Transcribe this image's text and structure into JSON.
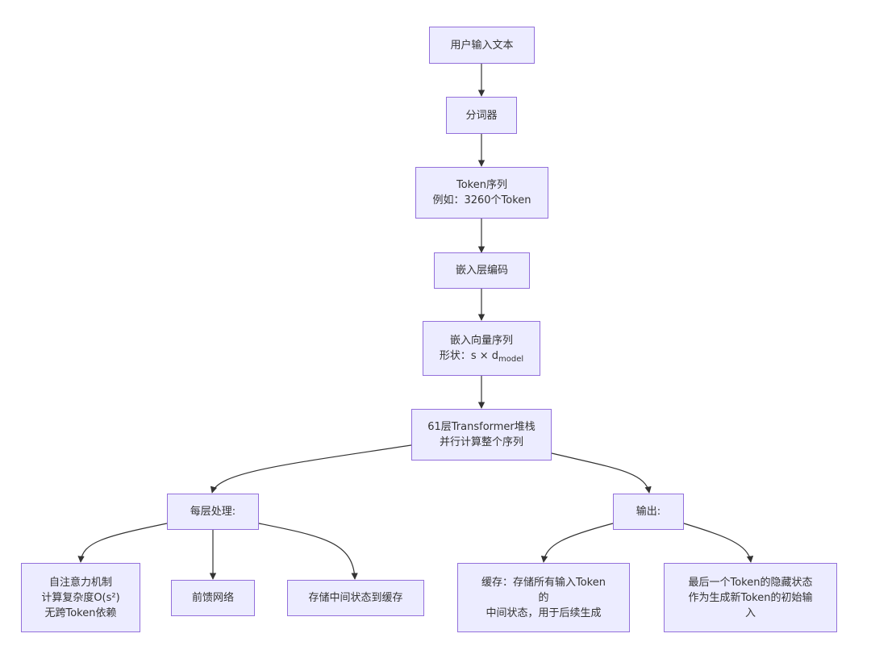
{
  "nodes": {
    "user_input": "用户输入文本",
    "tokenizer": "分词器",
    "token_seq": {
      "line1": "Token序列",
      "line2": "例如：3260个Token"
    },
    "embed_layer": "嵌入层编码",
    "embed_vec": {
      "line1": "嵌入向量序列",
      "line2_prefix": "形状：s × d",
      "line2_sub": "model"
    },
    "transformer": {
      "line1": "61层Transformer堆栈",
      "line2": "并行计算整个序列"
    },
    "per_layer": "每层处理:",
    "output": "输出:",
    "self_attn": {
      "line1": "自注意力机制",
      "line2": "计算复杂度O(s²)",
      "line3": "无跨Token依赖"
    },
    "ffn": "前馈网络",
    "store_cache": "存储中间状态到缓存",
    "cache": {
      "line1": "缓存：存储所有输入Token的",
      "line2": "中间状态，用于后续生成"
    },
    "last_hidden": {
      "line1": "最后一个Token的隐藏状态",
      "line2": "作为生成新Token的初始输入"
    }
  },
  "colors": {
    "node_fill": "#ECECFF",
    "node_border": "#9370DB",
    "edge": "#333333",
    "text": "#333333"
  }
}
